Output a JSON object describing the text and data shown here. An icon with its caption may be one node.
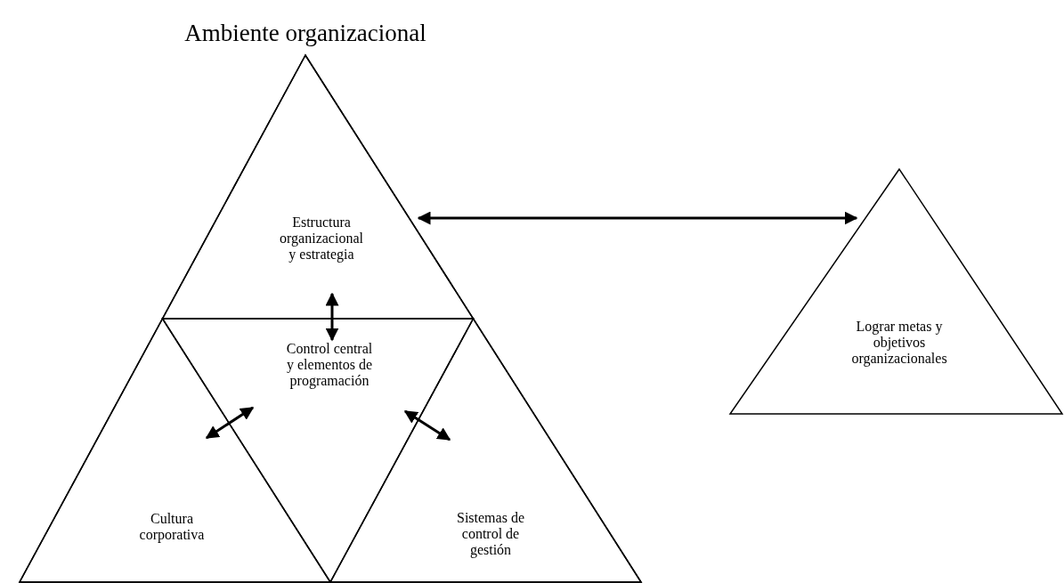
{
  "diagram": {
    "nodes": [
      {
        "text": [
          "Ambiente organizacional"
        ]
      },
      {
        "text": [
          "Estructura organizacional y estrategia"
        ],
        "in": 0
      },
      {
        "text": [
          "Control central y elementos de programación"
        ],
        "in": 0
      },
      {
        "text": [
          "Cultura corporativa"
        ],
        "in": 0
      },
      {
        "text": [
          "Sistemas de control de gestión"
        ],
        "in": 0
      },
      {
        "text": [
          "Lograr metas y objetivos organizacionales"
        ]
      }
    ],
    "edges": [
      {
        "from": 1,
        "to": 2,
        "arrow": "both"
      },
      {
        "from": 3,
        "to": 2,
        "arrow": "both"
      },
      {
        "from": 2,
        "to": 4,
        "arrow": "both"
      },
      {
        "from": 0,
        "to": 5,
        "arrow": "both"
      }
    ]
  }
}
